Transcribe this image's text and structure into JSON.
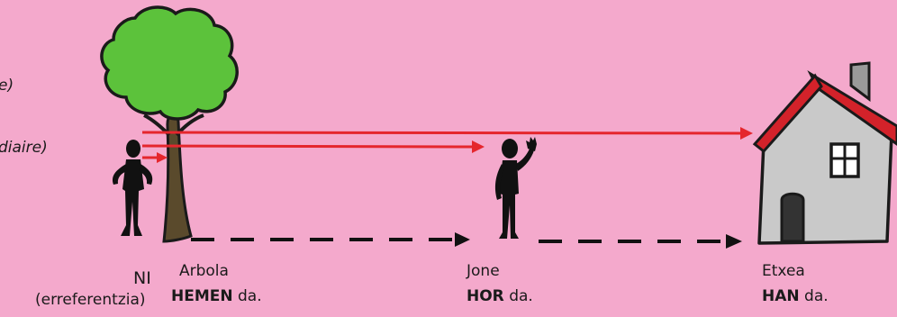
{
  "margin_fragments": {
    "top": "e)",
    "bottom": "diaire)"
  },
  "ni": {
    "label": "NI",
    "sublabel": "(erreferentzia)"
  },
  "places": [
    {
      "name": "Arbola",
      "adverb": "HEMEN",
      "verb": "da."
    },
    {
      "name": "Jone",
      "adverb": "HOR",
      "verb": "da."
    },
    {
      "name": "Etxea",
      "adverb": "HAN",
      "verb": "da."
    }
  ],
  "colors": {
    "background": "#f4a9cc",
    "arrow": "#e5262d",
    "ink": "#1a1a1a",
    "foliage": "#5cc23b",
    "trunk": "#5a4a2c",
    "house_wall": "#c9c9c9",
    "roof": "#d3222a"
  },
  "icons": [
    "speaker-figure",
    "tree-icon",
    "person-waving-icon",
    "house-icon"
  ]
}
